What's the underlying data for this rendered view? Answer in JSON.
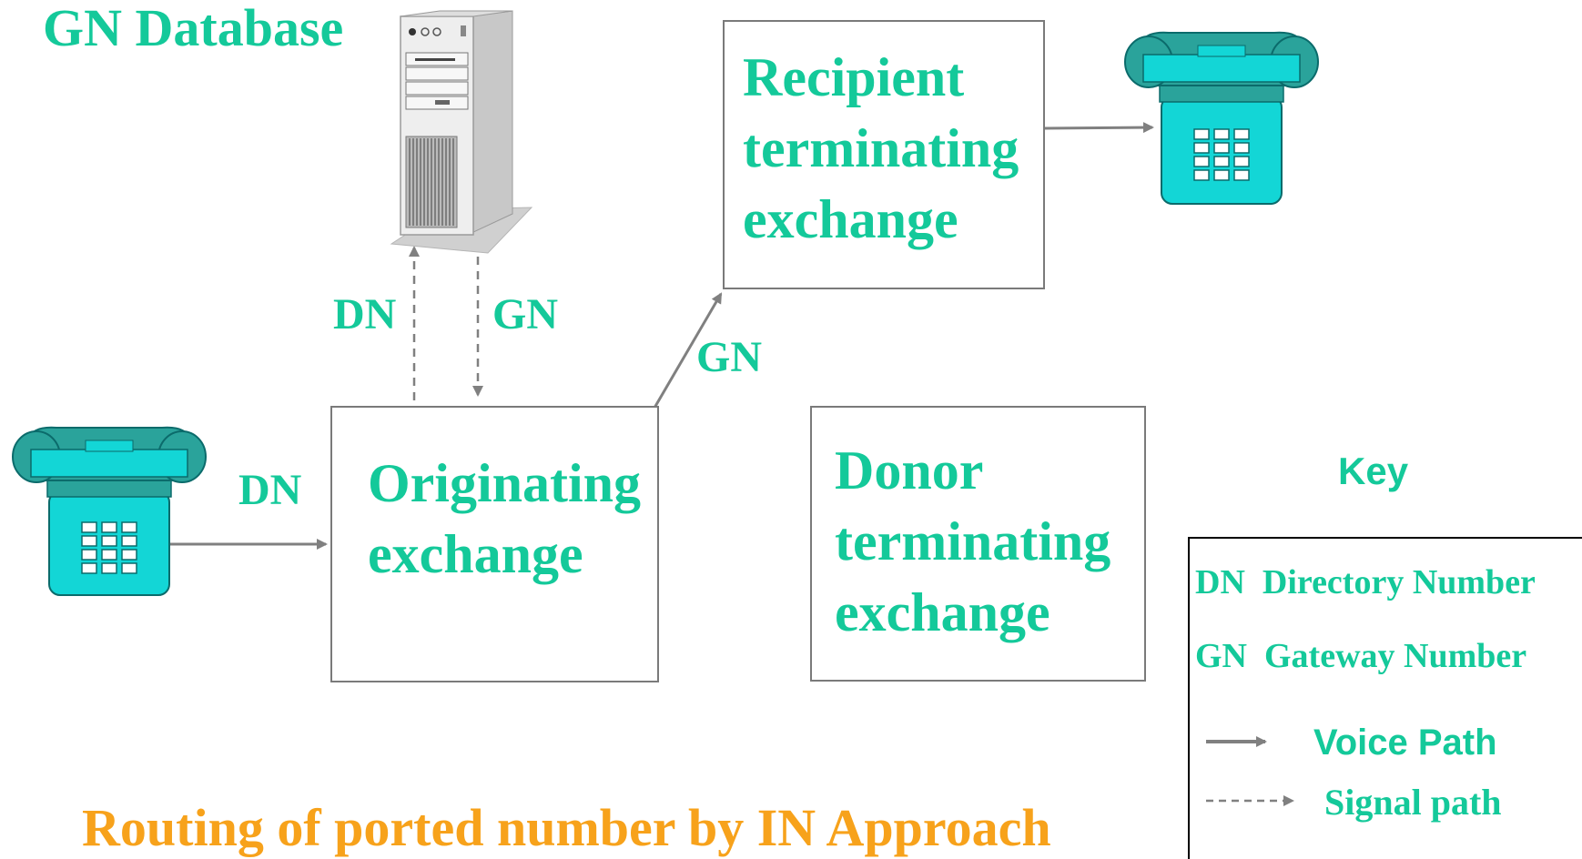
{
  "colors": {
    "label_green": "#14c99a",
    "title_orange": "#f7a21b",
    "line_gray": "#808080",
    "phone_teal": "#2aa39b",
    "phone_keypad": "#13d6d6"
  },
  "database": {
    "title": "GN Database",
    "icon": "server-tower-icon"
  },
  "exchanges": {
    "recipient": {
      "line1": "Recipient",
      "line2": "terminating",
      "line3": "exchange"
    },
    "originating": {
      "line1": "Originating",
      "line2": "exchange"
    },
    "donor": {
      "line1": "Donor",
      "line2": "terminating",
      "line3": "exchange"
    }
  },
  "phones": {
    "caller_icon": "telephone-icon",
    "callee_icon": "telephone-icon"
  },
  "edge_labels": {
    "caller_to_originating": "DN",
    "query_to_db": "DN",
    "response_from_db": "GN",
    "originating_to_recipient": "GN"
  },
  "key": {
    "title": "Key",
    "entries": [
      {
        "abbr": "DN",
        "meaning": "Directory Number"
      },
      {
        "abbr": "GN",
        "meaning": "Gateway Number"
      }
    ],
    "voice_path": "Voice Path",
    "signal_path": "Signal path"
  },
  "footer": {
    "title": "Routing of ported number by IN Approach"
  }
}
